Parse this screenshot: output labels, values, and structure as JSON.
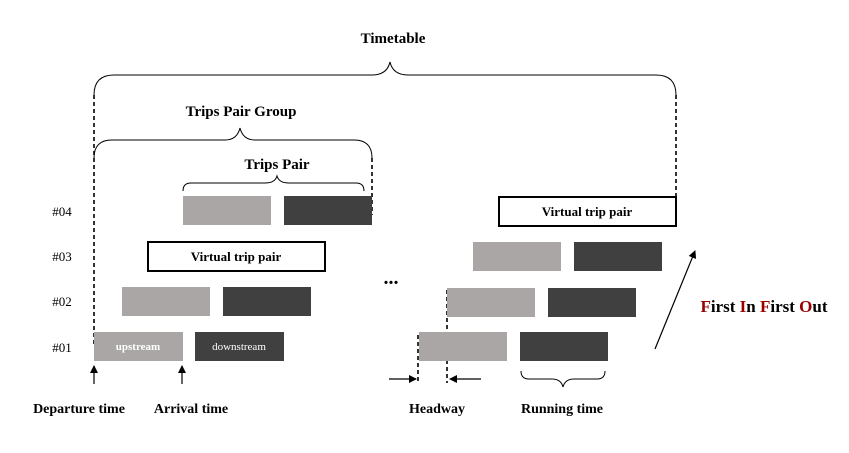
{
  "labels": {
    "timetable": "Timetable",
    "trips_pair_group": "Trips Pair Group",
    "trips_pair": "Trips Pair",
    "virtual_trip_pair_1": "Virtual trip pair",
    "virtual_trip_pair_2": "Virtual trip pair",
    "ellipsis": "...",
    "upstream": "upstream",
    "downstream": "downstream",
    "departure_time": "Departure time",
    "arrival_time": "Arrival time",
    "headway": "Headway",
    "running_time": "Running time"
  },
  "rows": [
    "#04",
    "#03",
    "#02",
    "#01"
  ],
  "fifo": {
    "parts": [
      {
        "text": "F",
        "color": "#990000"
      },
      {
        "text": "irst ",
        "color": "#000000"
      },
      {
        "text": "I",
        "color": "#990000"
      },
      {
        "text": "n ",
        "color": "#000000"
      },
      {
        "text": "F",
        "color": "#990000"
      },
      {
        "text": "irst ",
        "color": "#000000"
      },
      {
        "text": "O",
        "color": "#990000"
      },
      {
        "text": "ut",
        "color": "#000000"
      }
    ]
  },
  "colors": {
    "upstream": "#aaa6a6",
    "downstream": "#404040",
    "fifo_accent": "#990000"
  }
}
